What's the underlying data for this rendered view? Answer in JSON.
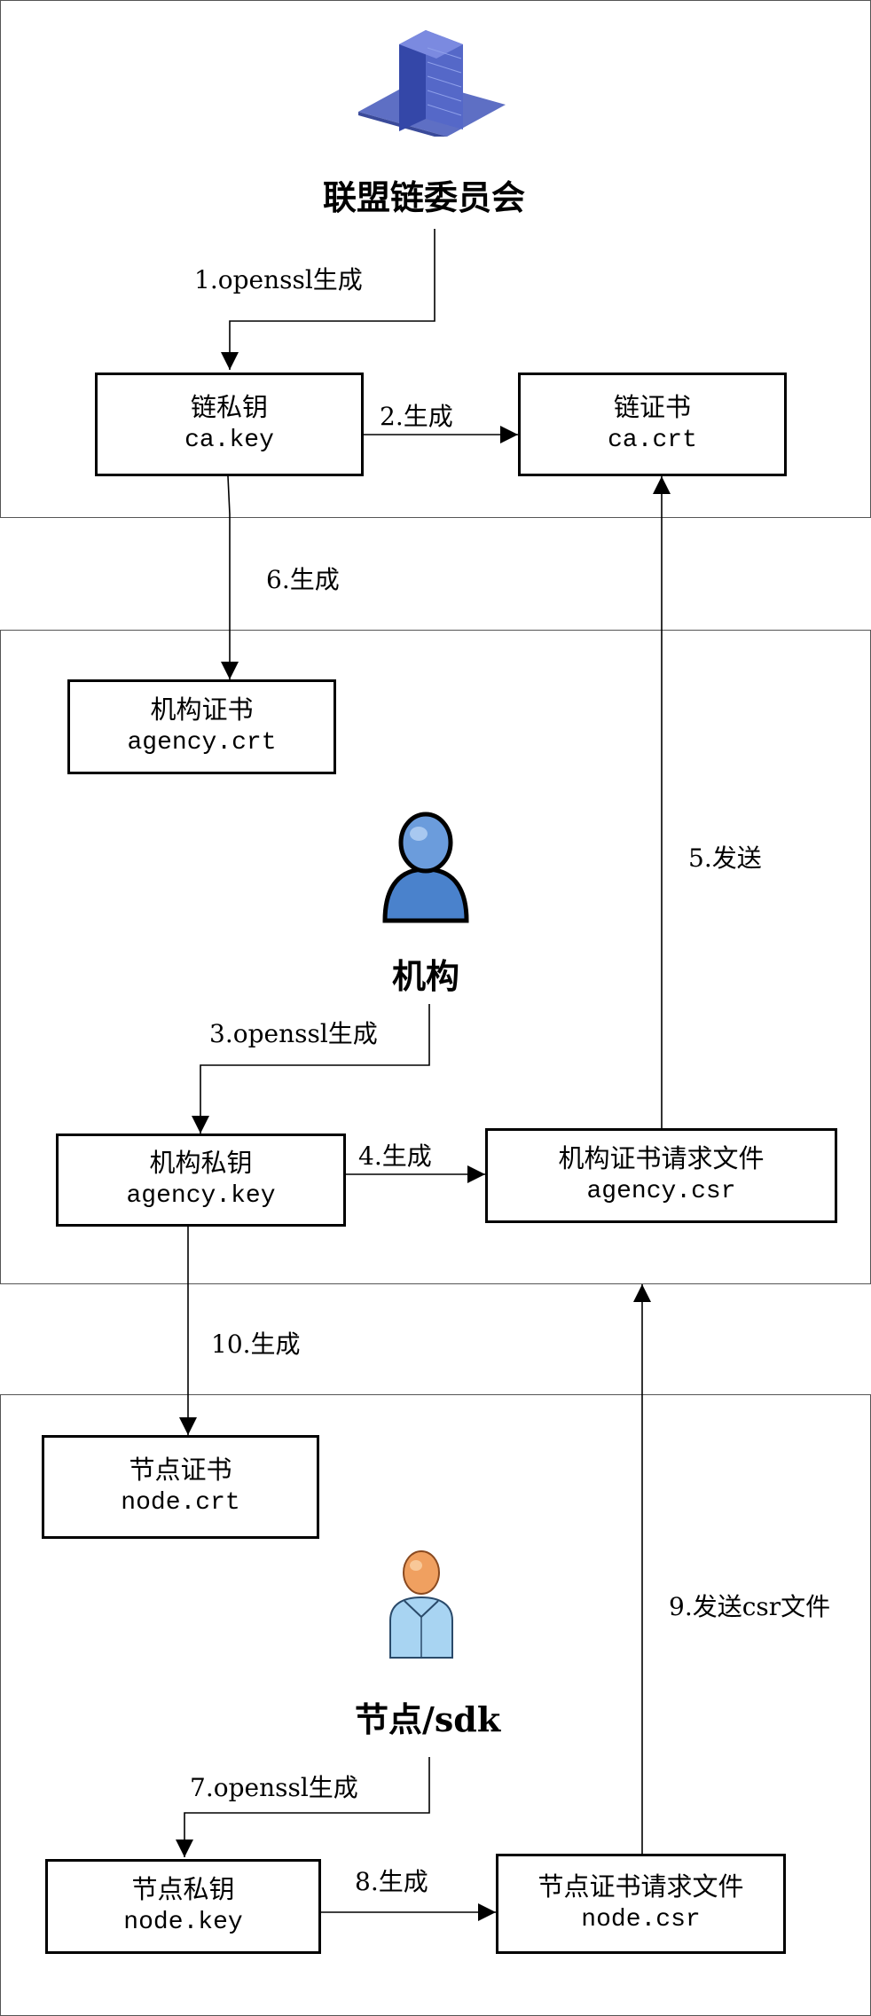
{
  "panels": {
    "committee": {
      "title": "联盟链委员会",
      "icon": "building-icon"
    },
    "agency": {
      "title": "机构",
      "icon": "user-icon"
    },
    "node": {
      "title": "节点/sdk",
      "icon": "person-icon"
    }
  },
  "boxes": {
    "chain_key": {
      "line1": "链私钥",
      "line2": "ca.key"
    },
    "chain_cert": {
      "line1": "链证书",
      "line2": "ca.crt"
    },
    "agency_cert": {
      "line1": "机构证书",
      "line2": "agency.crt"
    },
    "agency_key": {
      "line1": "机构私钥",
      "line2": "agency.key"
    },
    "agency_csr": {
      "line1": "机构证书请求文件",
      "line2": "agency.csr"
    },
    "node_cert": {
      "line1": "节点证书",
      "line2": "node.crt"
    },
    "node_key": {
      "line1": "节点私钥",
      "line2": "node.key"
    },
    "node_csr": {
      "line1": "节点证书请求文件",
      "line2": "node.csr"
    }
  },
  "steps": {
    "s1": "1.openssl生成",
    "s2": "2.生成",
    "s3": "3.openssl生成",
    "s4": "4.生成",
    "s5": "5.发送",
    "s6": "6.生成",
    "s7": "7.openssl生成",
    "s8": "8.生成",
    "s9": "9.发送csr文件",
    "s10": "10.生成"
  },
  "colors": {
    "stroke": "#000000",
    "panel_border": "#555555",
    "icon_blue": "#4a78c8",
    "building_blue": "#3c4fa8"
  }
}
